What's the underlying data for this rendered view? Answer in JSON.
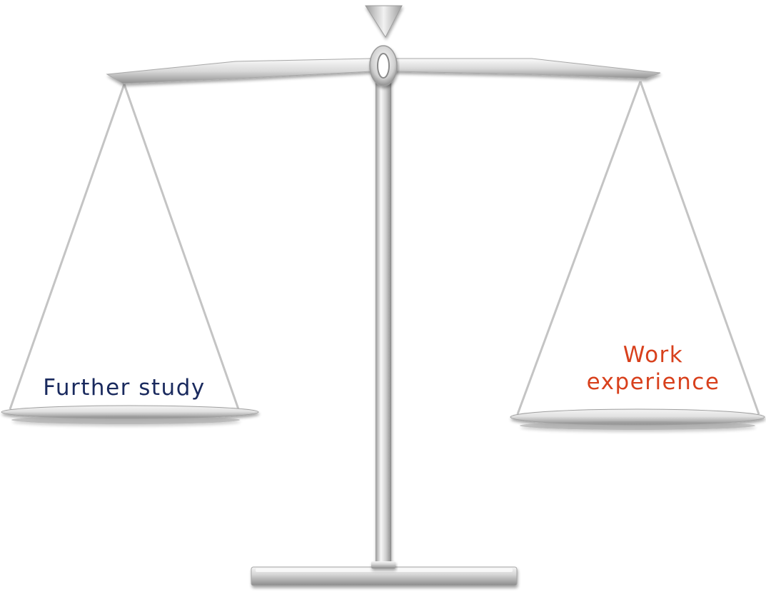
{
  "labels": {
    "left": "Further study",
    "right_line1": "Work",
    "right_line2": "experience"
  },
  "colors": {
    "left_label": "#1a2a5e",
    "right_label": "#d8401c",
    "metal_light": "#f4f4f4",
    "metal_mid": "#c9c9c9",
    "metal_dark": "#8e8e8e",
    "string": "#c4c4c4"
  }
}
